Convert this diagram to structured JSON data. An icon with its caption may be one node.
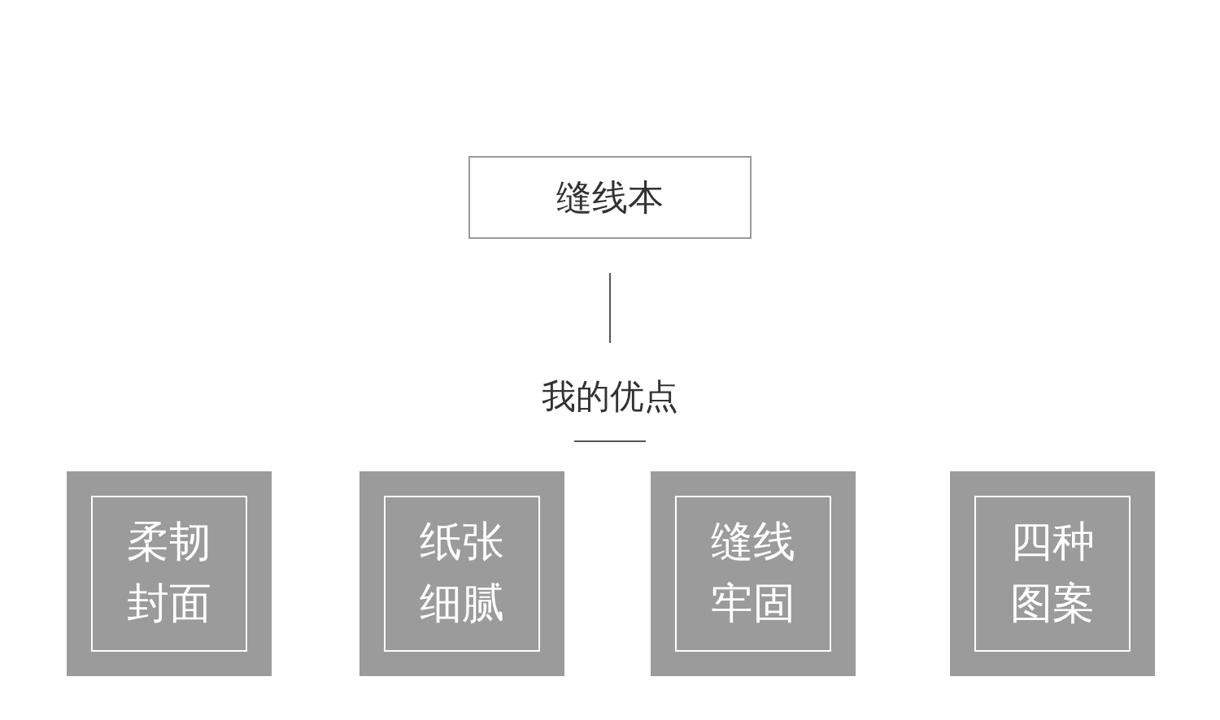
{
  "diagram": {
    "nodes": [
      {
        "text": [
          "缝线本"
        ]
      },
      {
        "text": [
          "我的优点"
        ]
      },
      {
        "text": [
          "柔韧封面"
        ]
      },
      {
        "text": [
          "纸张细腻"
        ]
      },
      {
        "text": [
          "缝线牢固"
        ]
      },
      {
        "text": [
          "四种图案"
        ]
      }
    ],
    "edges": [
      {
        "from": 0,
        "to": 1,
        "arrow": "none"
      }
    ]
  }
}
